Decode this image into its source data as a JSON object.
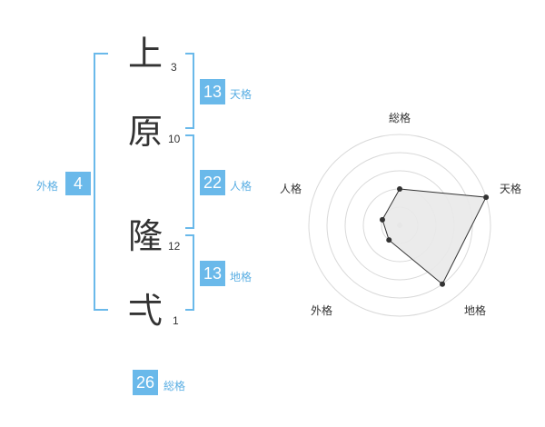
{
  "name": {
    "chars": [
      "上",
      "原",
      "隆",
      "弌"
    ],
    "strokes": [
      "3",
      "10",
      "12",
      "1"
    ]
  },
  "fortune": {
    "tenkaku": {
      "value": "13",
      "label": "天格"
    },
    "jinkaku": {
      "value": "22",
      "label": "人格"
    },
    "chikaku": {
      "value": "13",
      "label": "地格"
    },
    "gaikaku": {
      "value": "4",
      "label": "外格"
    },
    "soukaku": {
      "value": "26",
      "label": "総格"
    }
  },
  "radar": {
    "axes": [
      "総格",
      "天格",
      "地格",
      "外格",
      "人格"
    ],
    "max": 5,
    "values": [
      2,
      5,
      4,
      1,
      1
    ]
  }
}
